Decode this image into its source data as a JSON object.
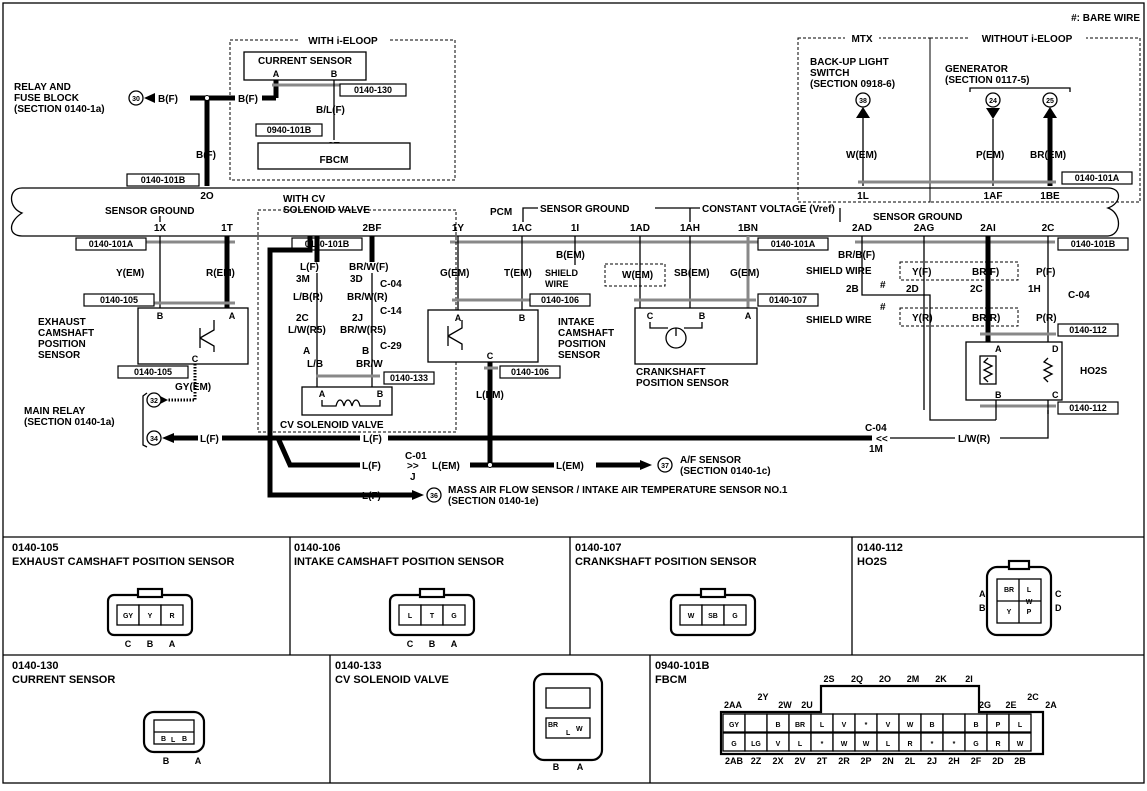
{
  "title_note": "#: BARE WIRE",
  "top": {
    "relay_block": "RELAY AND\nFUSE BLOCK\n(SECTION 0140-1a)",
    "relay_pin": "30",
    "with_ieloop": "WITH i-ELOOP",
    "current_sensor": "CURRENT SENSOR",
    "wire_bf": "B(F)",
    "wire_blf": "B/L(F)",
    "ref_0140_130": "0140-130",
    "ref_0940_101b": "0940-101B",
    "fbcm_pin": "2E",
    "fbcm": "FBCM",
    "ref_0140_101b_left": "0140-101B",
    "pin_2o": "2O",
    "mtx": "MTX",
    "without_ieloop": "WITHOUT i-ELOOP",
    "backup_switch": "BACK-UP LIGHT\nSWITCH\n(SECTION 0918-6)",
    "backup_pin": "38",
    "generator": "GENERATOR\n(SECTION 0117-5)",
    "gen_pin_24": "24",
    "gen_pin_25": "25",
    "wem": "W(EM)",
    "pem": "P(EM)",
    "brem": "BR(EM)",
    "pin_1l": "1L",
    "pin_1af": "1AF",
    "pin_1be": "1BE",
    "ref_0140_101a_right": "0140-101A"
  },
  "pcm": {
    "label": "PCM",
    "sensor_ground_left": "SENSOR GROUND",
    "sensor_ground_mid": "SENSOR GROUND",
    "constant_voltage": "CONSTANT VOLTAGE (Vref)",
    "sensor_ground_right": "SENSOR GROUND",
    "with_cv": "WITH CV\nSOLENOID VALVE",
    "pins": [
      "1X",
      "1T",
      "2BF",
      "1Y",
      "1AC",
      "1I",
      "1AD",
      "1AH",
      "1BN",
      "2AD",
      "2AG",
      "2AI",
      "2C"
    ]
  },
  "refs": {
    "r101a_l": "0140-101A",
    "r101b_cv": "0140-101B",
    "r101a_m": "0140-101A",
    "r101b_r": "0140-101B",
    "r105a": "0140-105",
    "r105b": "0140-105",
    "r106a": "0140-106",
    "r106b": "0140-106",
    "r107": "0140-107",
    "r112a": "0140-112",
    "r112b": "0140-112",
    "r133": "0140-133"
  },
  "wires": {
    "yem": "Y(EM)",
    "rem": "R(EM)",
    "gyem": "GY(EM)",
    "gem": "G(EM)",
    "tem": "T(EM)",
    "bem": "B(EM)",
    "wem2": "W(EM)",
    "sbem": "SB(EM)",
    "gem2": "G(EM)",
    "brbf": "BR/B(F)",
    "yf": "Y(F)",
    "brf": "BR(F)",
    "pf": "P(F)",
    "yr": "Y(R)",
    "brr": "BR(R)",
    "pr": "P(R)",
    "lem": "L(EM)",
    "lf": "L(F)",
    "lwr": "L/W(R)",
    "lf_cv": "L(F)",
    "lbr": "L/B(R)",
    "lwr5": "L/W(R5)",
    "lb": "L/B",
    "brwf": "BR/W(F)",
    "brwr": "BR/W(R)",
    "brwr5": "BR/W(R5)",
    "brw": "BR/W",
    "c04": "C-04",
    "c14": "C-14",
    "c29": "C-29",
    "c01": "C-01",
    "p3m": "3M",
    "p3d": "3D",
    "p2c": "2C",
    "p2j": "2J",
    "p2b": "2B",
    "p2d": "2D",
    "p2c_r": "2C",
    "p1h": "1H",
    "p1m": "1M",
    "pj": "J",
    "shield": "SHIELD WIRE",
    "shield_wire2": "SHIELD\nWIRE"
  },
  "components": {
    "ex_cam": "EXHAUST\nCAMSHAFT\nPOSITION\nSENSOR",
    "in_cam": "INTAKE\nCAMSHAFT\nPOSITION\nSENSOR",
    "crank": "CRANKSHAFT\nPOSITION SENSOR",
    "cv": "CV SOLENOID VALVE",
    "ho2s": "HO2S",
    "main_relay": "MAIN RELAY\n(SECTION 0140-1a)",
    "main_relay_pin32": "32",
    "main_relay_pin34": "34",
    "af_sensor": "A/F SENSOR\n(SECTION 0140-1c)",
    "af_pin": "37",
    "maf": "MASS AIR FLOW SENSOR / INTAKE AIR TEMPERATURE SENSOR NO.1\n(SECTION 0140-1e)",
    "maf_pin": "36"
  },
  "connectors": [
    {
      "id": "0140-105",
      "name": "EXHAUST CAMSHAFT POSITION SENSOR",
      "cells": [
        "GY",
        "Y",
        "R"
      ],
      "pins": [
        "C",
        "B",
        "A"
      ]
    },
    {
      "id": "0140-106",
      "name": "INTAKE CAMSHAFT POSITION SENSOR",
      "cells": [
        "L",
        "T",
        "G"
      ],
      "pins": [
        "C",
        "B",
        "A"
      ]
    },
    {
      "id": "0140-107",
      "name": "CRANKSHAFT POSITION SENSOR",
      "cells": [
        "W",
        "SB",
        "G"
      ],
      "pins": []
    },
    {
      "id": "0140-112",
      "name": "HO2S",
      "cells": [
        "BR",
        "L",
        "W",
        "Y",
        "P"
      ],
      "pins": [
        "A",
        "B",
        "C",
        "D"
      ]
    },
    {
      "id": "0140-130",
      "name": "CURRENT SENSOR",
      "cells": [
        "B",
        "L",
        "B"
      ],
      "pins": [
        "B",
        "A"
      ]
    },
    {
      "id": "0140-133",
      "name": "CV SOLENOID VALVE",
      "cells": [
        "BR",
        "L",
        "W"
      ],
      "pins": [
        "B",
        "A"
      ]
    },
    {
      "id": "0940-101B",
      "name": "FBCM",
      "top_pins": [
        "2S",
        "2Q",
        "2O",
        "2M",
        "2K",
        "2I"
      ],
      "upper_pins": [
        "2AA",
        "2Y",
        "2W",
        "2U",
        "2G",
        "2E",
        "2C",
        "2A"
      ],
      "row1": [
        "GY",
        "",
        "B",
        "BR",
        "L",
        "V",
        "*",
        "V",
        "W",
        "B",
        "",
        "B",
        "P",
        "L"
      ],
      "row2": [
        "G",
        "LG",
        "V",
        "L",
        "*",
        "W",
        "W",
        "L",
        "R",
        "*",
        "*",
        "G",
        "R",
        "W"
      ],
      "bottom_pins": [
        "2AB",
        "2Z",
        "2X",
        "2V",
        "2T",
        "2R",
        "2P",
        "2N",
        "2L",
        "2J",
        "2H",
        "2F",
        "2D",
        "2B"
      ]
    }
  ]
}
